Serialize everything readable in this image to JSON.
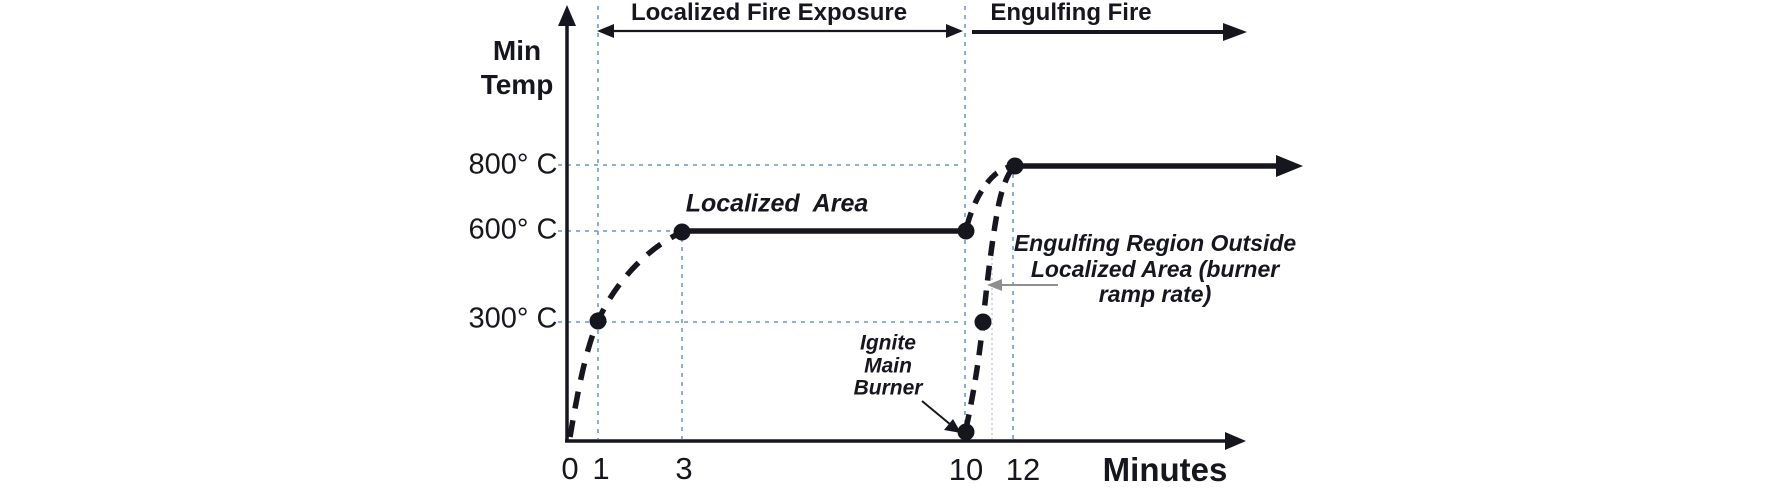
{
  "chart_data": {
    "type": "line",
    "xlabel": "Minutes",
    "ylabel_lines": [
      "Min",
      "Temp"
    ],
    "x_tick_labels": [
      "0",
      "1",
      "3",
      "10",
      "12"
    ],
    "x_tick_values": [
      0,
      1,
      3,
      10,
      12
    ],
    "y_tick_labels": [
      "800° C",
      "600° C",
      "300° C"
    ],
    "y_tick_values": [
      800,
      600,
      300
    ],
    "axis_style": "open-ended arrows on both axes, no frame, white background",
    "grid": "light blue dashed drop-lines at t=1,3,10,12 min and at 300/600/800 °C",
    "legend_position": "none",
    "phases": [
      {
        "label": "Localized Fire Exposure",
        "from_min": 1,
        "to_min": 10,
        "arrow": "double-headed"
      },
      {
        "label": "Engulfing Fire",
        "from_min": 10,
        "to_min": "beyond 12 (open)",
        "arrow": "right arrow"
      }
    ],
    "series": [
      {
        "name": "Localized Area (minimum temperature profile)",
        "x": [
          0,
          1,
          3,
          10,
          12
        ],
        "y": [
          0,
          300,
          600,
          600,
          800
        ],
        "style": "dashed ramp 0→3 min, solid hold 600 °C from 3→10 min, dashed ramp 10→12 min, solid arrow holding 800 °C beyond 12 min",
        "marked_points": [
          [
            1,
            300
          ],
          [
            3,
            600
          ],
          [
            10,
            600
          ],
          [
            12,
            800
          ]
        ]
      },
      {
        "name": "Engulfing Region Outside Localized Area (burner ramp rate)",
        "x": [
          10,
          10.5,
          12
        ],
        "y": [
          0,
          300,
          800
        ],
        "style": "dashed steep ramp from burner ignition at 10 min up to 800 °C",
        "marked_points": [
          [
            10,
            0
          ],
          [
            10.5,
            300
          ],
          [
            12,
            800
          ]
        ]
      }
    ],
    "annotations": [
      {
        "text": "Localized Area",
        "target": "solid 600 °C hold line (3–10 min)"
      },
      {
        "lines": [
          "Ignite",
          "Main",
          "Burner"
        ],
        "text": "Ignite Main Burner",
        "target": "point (10 min, 0 °C)",
        "arrow_color": "#16161f"
      },
      {
        "lines": [
          "Engulfing Region Outside",
          "Localized Area (burner",
          "ramp rate)"
        ],
        "text": "Engulfing Region Outside Localized Area (burner ramp rate)",
        "target": "dashed burner ramp curve",
        "arrow_color": "#8f8f8f"
      }
    ]
  },
  "colors": {
    "ink": "#16161f",
    "guide_blue": "#7fa3d6",
    "faint_guide_blue": "#b3c8e8",
    "annotation_arrow_gray": "#8f8f8f",
    "background": "#ffffff"
  }
}
